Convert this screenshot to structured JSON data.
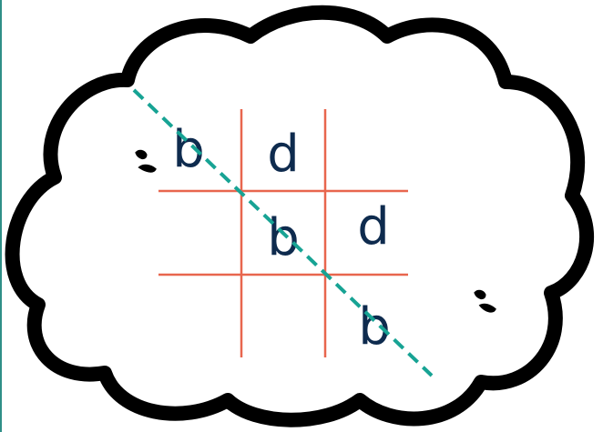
{
  "colors": {
    "background": "#ffffff",
    "cloud_fill": "#ffffff",
    "cloud_outline": "#000000",
    "grid_lines": "#e8664e",
    "letters": "#0e2b4e",
    "diagonal": "#17a394",
    "left_border": "#2f8f87"
  },
  "board": {
    "rows": 3,
    "cols": 3,
    "cells": [
      [
        "b",
        "d",
        ""
      ],
      [
        "",
        "b",
        "d"
      ],
      [
        "",
        "",
        "b"
      ]
    ],
    "winning_line": {
      "from_cell": [
        0,
        0
      ],
      "to_cell": [
        2,
        2
      ],
      "style": "dashed"
    }
  },
  "icons": {
    "cloud": "thought-cloud-icon",
    "left_quote": "quote-mark-left-icon",
    "right_quote": "quote-mark-right-icon"
  }
}
